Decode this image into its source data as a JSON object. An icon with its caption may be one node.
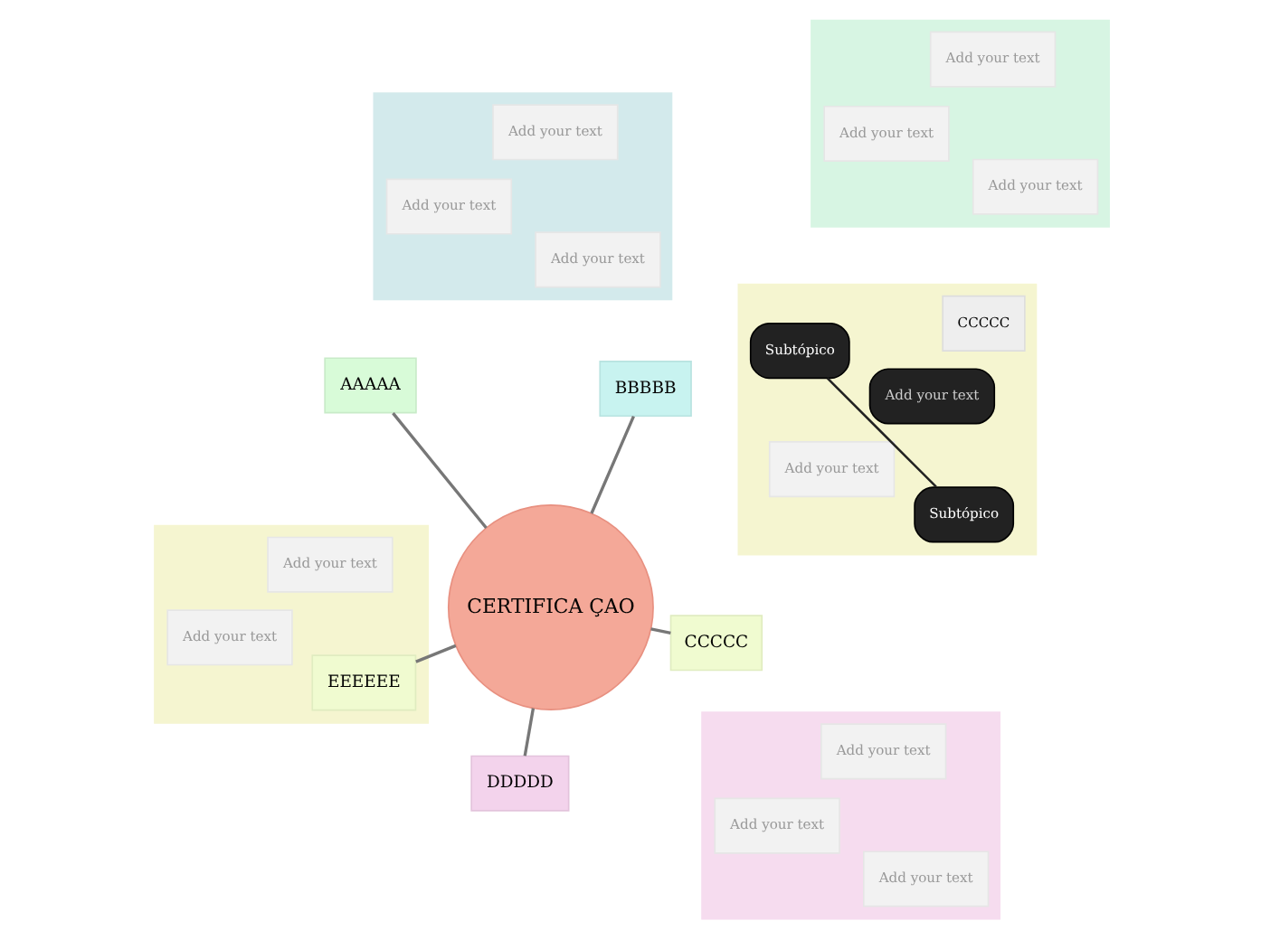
{
  "diagram": {
    "nodes": [
      {
        "text": [
          "CERTIFICA ÇAO"
        ]
      },
      {
        "text": [
          "CCCCC"
        ]
      },
      {
        "text": [],
        "shape": "box"
      },
      {
        "text": [
          "CCCCC"
        ],
        "in": 2
      },
      {
        "text": [
          "Add your text"
        ],
        "in": 2
      },
      {
        "text": [
          "Add your text"
        ],
        "in": 2
      },
      {
        "text": [
          "Subtópico"
        ],
        "in": 2
      },
      {
        "text": [
          "Subtópico"
        ],
        "in": 2
      },
      {
        "text": [
          "BBBBB"
        ]
      },
      {
        "text": [],
        "shape": "box"
      },
      {
        "text": [
          "Add your text"
        ],
        "in": 9
      },
      {
        "text": [
          "Add your text"
        ],
        "in": 9
      },
      {
        "text": [
          "Add your text"
        ],
        "in": 9
      },
      {
        "text": [
          "DDDDD"
        ]
      },
      {
        "text": [],
        "shape": "box"
      },
      {
        "text": [
          "Add your text"
        ],
        "in": 14
      },
      {
        "text": [
          "Add your text"
        ],
        "in": 14
      },
      {
        "text": [
          "Add your text"
        ],
        "in": 14
      },
      {
        "text": [
          "AAAAA"
        ]
      },
      {
        "text": [],
        "shape": "box"
      },
      {
        "text": [
          "Add your text"
        ],
        "in": 19
      },
      {
        "text": [
          "Add your text"
        ],
        "in": 19
      },
      {
        "text": [
          "Add your text"
        ],
        "in": 19
      },
      {
        "text": [],
        "shape": "box"
      },
      {
        "text": [
          "EEEEEE"
        ],
        "in": 23
      },
      {
        "text": [
          "Add your text"
        ],
        "in": 23
      },
      {
        "text": [
          "Add your text"
        ],
        "in": 23
      }
    ],
    "edges": [
      {
        "from": 0,
        "to": 1,
        "arrow": "none"
      },
      {
        "from": 0,
        "to": 8,
        "arrow": "none"
      },
      {
        "from": 0,
        "to": 13,
        "arrow": "none"
      },
      {
        "from": 0,
        "to": 18,
        "arrow": "none"
      },
      {
        "from": 0,
        "to": 24,
        "arrow": "none"
      },
      {
        "from": 6,
        "to": 7,
        "arrow": "none",
        "color": "#222222"
      }
    ]
  }
}
